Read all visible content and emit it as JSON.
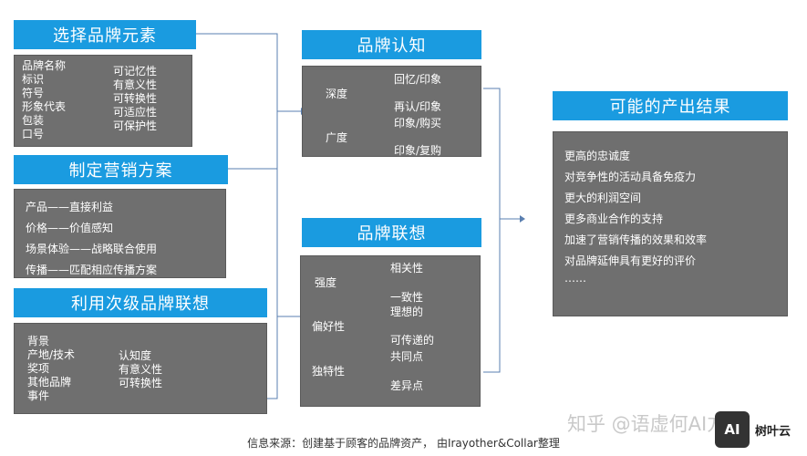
{
  "left": {
    "select": {
      "title": "选择品牌元素",
      "elements": [
        "品牌名称",
        "标识",
        "符号",
        "形象代表",
        "包装",
        "口号"
      ],
      "criteria": [
        "可记忆性",
        "有意义性",
        "可转换性",
        "可适应性",
        "可保护性"
      ]
    },
    "marketing": {
      "title": "制定营销方案",
      "items": [
        "产品——直接利益",
        "价格——价值感知",
        "场景体验——战略联合使用",
        "传播——匹配相应传播方案"
      ]
    },
    "secondary": {
      "title": "利用次级品牌联想",
      "sources": [
        "背景",
        "产地/技术",
        "奖项",
        "其他品牌",
        "事件"
      ],
      "effects": [
        "认知度",
        "有意义性",
        "可转换性"
      ]
    }
  },
  "middle": {
    "awareness": {
      "title": "品牌认知",
      "depth_label": "深度",
      "depth_items": [
        "回忆/印象",
        "再认/印象"
      ],
      "breadth_label": "广度",
      "breadth_items": [
        "印象/购买",
        "印象/复购"
      ]
    },
    "association": {
      "title": "品牌联想",
      "strength_label": "强度",
      "strength_items": [
        "相关性",
        "一致性"
      ],
      "favor_label": "偏好性",
      "favor_items": [
        "理想的",
        "可传递的"
      ],
      "unique_label": "独特性",
      "unique_items": [
        "共同点",
        "差异点"
      ]
    }
  },
  "right": {
    "title": "可能的产出结果",
    "items": [
      "更高的忠诚度",
      "对竞争性的活动具备免疫力",
      "更大的利润空间",
      "更多商业合作的支持",
      "加速了营销传播的效果和效率",
      "对品牌延伸具有更好的评价",
      "……"
    ]
  },
  "footer": "信息来源：创建基于顾客的品牌资产，  由Irayother&Collar整理",
  "watermark": "知乎 @语虚何AI方知",
  "badge": "AI",
  "brand": "树叶云"
}
